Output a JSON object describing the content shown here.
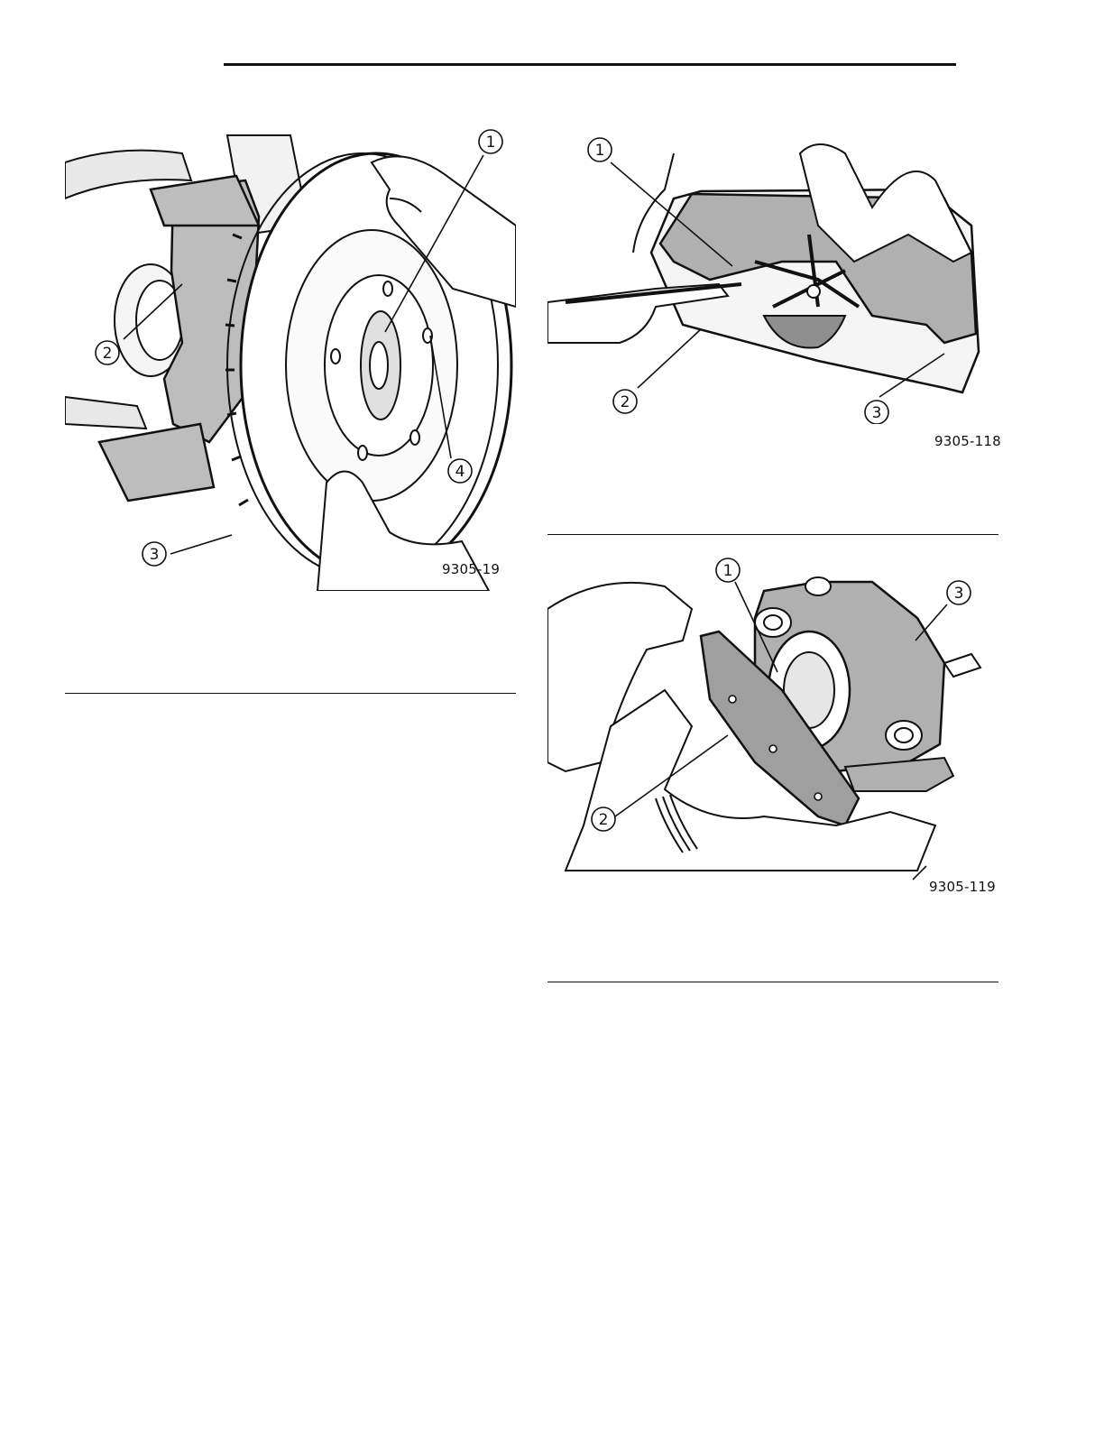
{
  "figures": [
    {
      "id": "rotor",
      "code": "9305-19",
      "callouts": [
        "1",
        "2",
        "3",
        "4"
      ]
    },
    {
      "id": "pad-removal",
      "code": "9305-118",
      "callouts": [
        "1",
        "2",
        "3"
      ]
    },
    {
      "id": "caliper",
      "code": "9305-119",
      "callouts": [
        "1",
        "2",
        "3"
      ]
    }
  ]
}
